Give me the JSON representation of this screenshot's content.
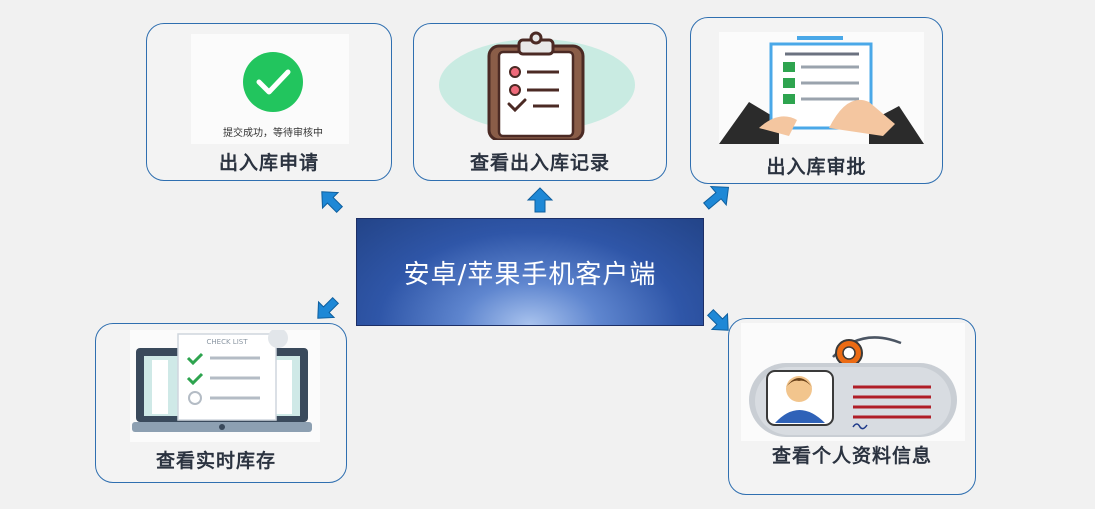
{
  "hub": {
    "label": "安卓/苹果手机客户端"
  },
  "cards": {
    "apply": {
      "label": "出入库申请",
      "caption": "提交成功，等待审核中"
    },
    "records": {
      "label": "查看出入库记录"
    },
    "approve": {
      "label": "出入库审批"
    },
    "inventory": {
      "label": "查看实时库存",
      "screen_title": "CHECK LIST"
    },
    "profile": {
      "label": "查看个人资料信息"
    }
  },
  "colors": {
    "card_border": "#2f6fb0",
    "hub_dark": "#234488",
    "hub_light": "#a9c3ee",
    "arrow": "#1e88d6",
    "check_green": "#22c55e"
  }
}
